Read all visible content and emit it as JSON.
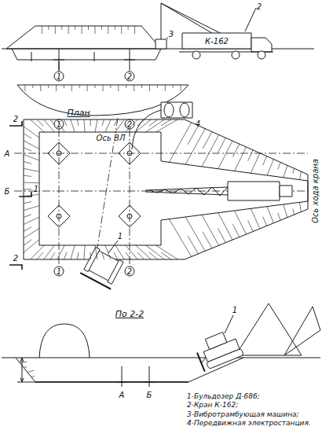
{
  "diagram": {
    "labels": [
      "2",
      "К-162",
      "3",
      "1",
      "2",
      "План",
      "2",
      "1",
      "2",
      "4",
      "А",
      "Б",
      "1",
      "Ось хода крана",
      "Ось ВЛ",
      "1",
      "1",
      "2",
      "2",
      "По 2-2",
      "1",
      "А",
      "Б",
      "1-Бульдозер Д-686;",
      "2-Кран К-162;",
      "3-Вибротрамбующая машина;",
      "4-Передвижная электростанция."
    ]
  }
}
